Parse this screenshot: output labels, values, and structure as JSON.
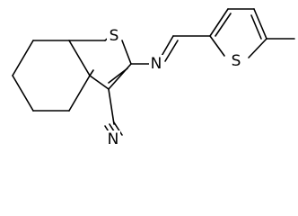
{
  "molecule": {
    "atoms": {
      "s_thiophene_fused": "S",
      "n_imine": "N",
      "s_thiophene_methyl": "S",
      "n_nitrile": "N"
    }
  }
}
